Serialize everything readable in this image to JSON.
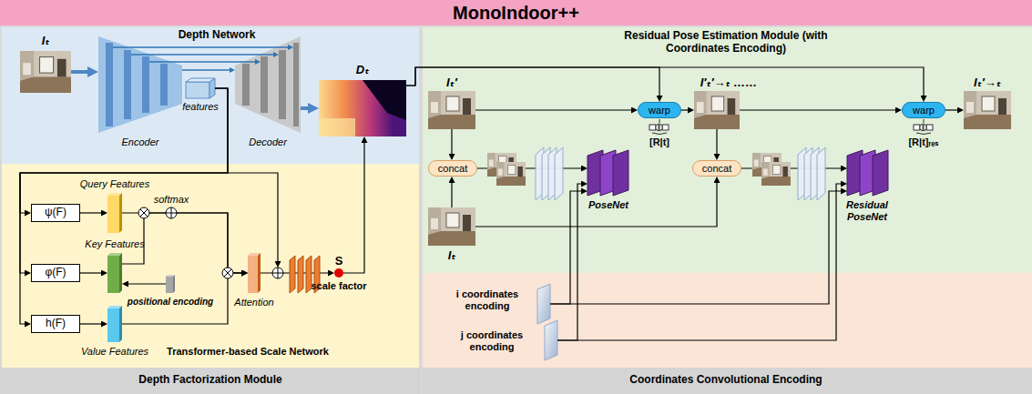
{
  "diagram": {
    "title": "MonoIndoor++",
    "nodes": [
      {
        "text": [
          "Depth Factorization Module"
        ]
      },
      {
        "text": [
          "Depth Network"
        ],
        "in": 0
      },
      {
        "text": [
          "Iₜ"
        ],
        "in": 1
      },
      {
        "text": [
          "Encoder"
        ],
        "in": 1
      },
      {
        "text": [
          "features"
        ],
        "in": 1
      },
      {
        "text": [
          "Decoder"
        ],
        "in": 1
      },
      {
        "text": [
          "Dₜ"
        ],
        "in": 1
      },
      {
        "text": [
          "Transformer-based Scale Network"
        ],
        "in": 0
      },
      {
        "text": [
          "ψ(F)"
        ],
        "in": 7
      },
      {
        "text": [
          "Query Features"
        ],
        "in": 7
      },
      {
        "text": [
          "φ(F)"
        ],
        "in": 7
      },
      {
        "text": [
          "Key Features"
        ],
        "in": 7
      },
      {
        "text": [
          "positional encoding"
        ],
        "in": 7
      },
      {
        "text": [
          "h(F)"
        ],
        "in": 7
      },
      {
        "text": [
          "Value Features"
        ],
        "in": 7
      },
      {
        "text": [
          "Attention"
        ],
        "in": 7
      },
      {
        "text": [
          "S",
          "scale factor"
        ],
        "in": 7
      },
      {
        "text": [
          "Residual Pose Estimation Module (with Coordinates Encoding)"
        ]
      },
      {
        "text": [
          "Iₜ′"
        ],
        "in": 17
      },
      {
        "text": [
          "concat"
        ],
        "in": 17
      },
      {
        "text": [
          "Iₜ"
        ],
        "in": 17
      },
      {
        "text": [
          "PoseNet"
        ],
        "in": 17
      },
      {
        "text": [
          "warp"
        ],
        "in": 17
      },
      {
        "text": [
          "I′ₜ′→ₜ ……"
        ],
        "in": 17
      },
      {
        "text": [
          "concat"
        ],
        "in": 17
      },
      {
        "text": [
          "Residual PoseNet"
        ],
        "in": 17
      },
      {
        "text": [
          "warp"
        ],
        "in": 17
      },
      {
        "text": [
          "Iₜ′→ₜ"
        ],
        "in": 17
      },
      {
        "text": [
          "Coordinates Convolutional Encoding"
        ]
      },
      {
        "text": [
          "i coordinates encoding"
        ],
        "in": 28
      },
      {
        "text": [
          "j coordinates encoding"
        ],
        "in": 28
      }
    ],
    "edges": [
      {
        "from": 2,
        "to": 3,
        "arrow": "to"
      },
      {
        "from": 5,
        "to": 6,
        "arrow": "to"
      },
      {
        "from": 4,
        "to": 8,
        "arrow": "to"
      },
      {
        "from": 4,
        "to": 10,
        "arrow": "to"
      },
      {
        "from": 4,
        "to": 13,
        "arrow": "to"
      },
      {
        "from": 8,
        "to": 9,
        "arrow": "to"
      },
      {
        "from": 10,
        "to": 11,
        "arrow": "to"
      },
      {
        "from": 13,
        "to": 14,
        "arrow": "to"
      },
      {
        "from": 12,
        "to": 11,
        "arrow": "to"
      },
      {
        "from": 9,
        "to": 15,
        "arrow": "to"
      },
      {
        "from": 11,
        "to": 15,
        "arrow": "to"
      },
      {
        "from": 14,
        "to": 15,
        "arrow": "to"
      },
      {
        "from": 15,
        "to": 16,
        "arrow": "to"
      },
      {
        "from": 16,
        "to": 6,
        "arrow": "to"
      },
      {
        "from": 18,
        "to": 19,
        "arrow": "to"
      },
      {
        "from": 20,
        "to": 19,
        "arrow": "to"
      },
      {
        "from": 19,
        "to": 21,
        "arrow": "to"
      },
      {
        "from": 18,
        "to": 22,
        "arrow": "to"
      },
      {
        "from": 6,
        "to": 22,
        "arrow": "to"
      },
      {
        "from": 22,
        "to": 23,
        "arrow": "to"
      },
      {
        "from": 23,
        "to": 24,
        "arrow": "to"
      },
      {
        "from": 20,
        "to": 24,
        "arrow": "to"
      },
      {
        "from": 24,
        "to": 25,
        "arrow": "to"
      },
      {
        "from": 23,
        "to": 26,
        "arrow": "to"
      },
      {
        "from": 6,
        "to": 26,
        "arrow": "to"
      },
      {
        "from": 26,
        "to": 27,
        "arrow": "to"
      },
      {
        "from": 29,
        "to": 21,
        "arrow": "to"
      },
      {
        "from": 30,
        "to": 21,
        "arrow": "to"
      },
      {
        "from": 29,
        "to": 25,
        "arrow": "to"
      },
      {
        "from": 30,
        "to": 25,
        "arrow": "to"
      },
      {
        "from": 3,
        "to": 5,
        "arrow": "to"
      }
    ],
    "labels": [
      "softmax",
      "[R|t]",
      "[R|t]ᵣₑₛ"
    ]
  }
}
